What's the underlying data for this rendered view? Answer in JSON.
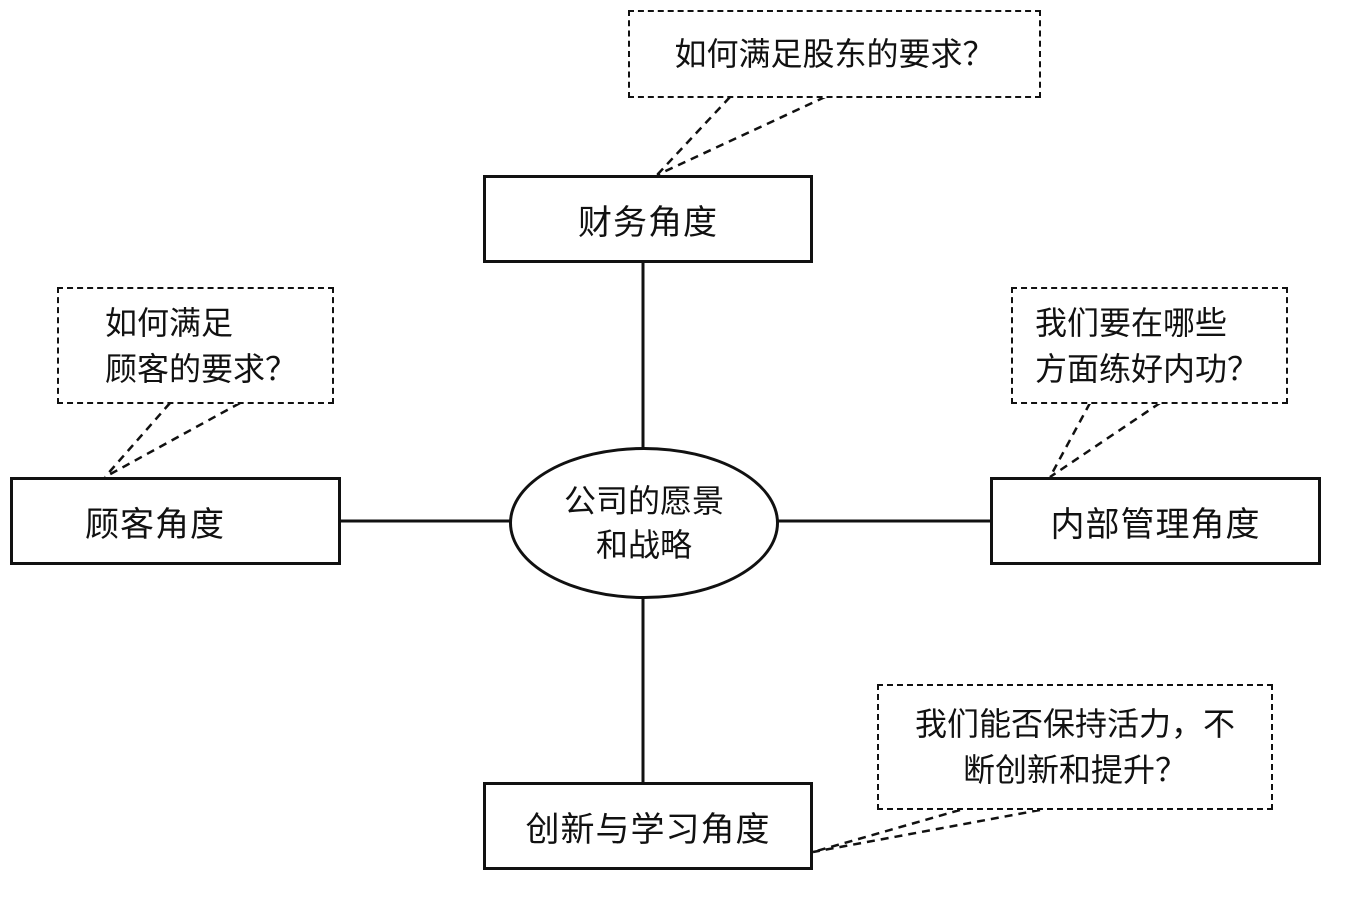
{
  "center": {
    "line1": "公司的愿景",
    "line2": "和战略"
  },
  "perspectives": {
    "financial": "财务角度",
    "customer": "顾客角度",
    "internal": "内部管理角度",
    "learning": "创新与学习角度"
  },
  "questions": {
    "financial": {
      "line1": "如何满足股东的要求？"
    },
    "customer": {
      "line1": "如何满足",
      "line2": "顾客的要求？"
    },
    "internal": {
      "line1": "我们要在哪些",
      "line2": "方面练好内功？"
    },
    "learning": {
      "line1": "我们能否保持活力，不",
      "line2": "断创新和提升？"
    }
  },
  "colors": {
    "stroke": "#111111",
    "background": "#ffffff"
  }
}
